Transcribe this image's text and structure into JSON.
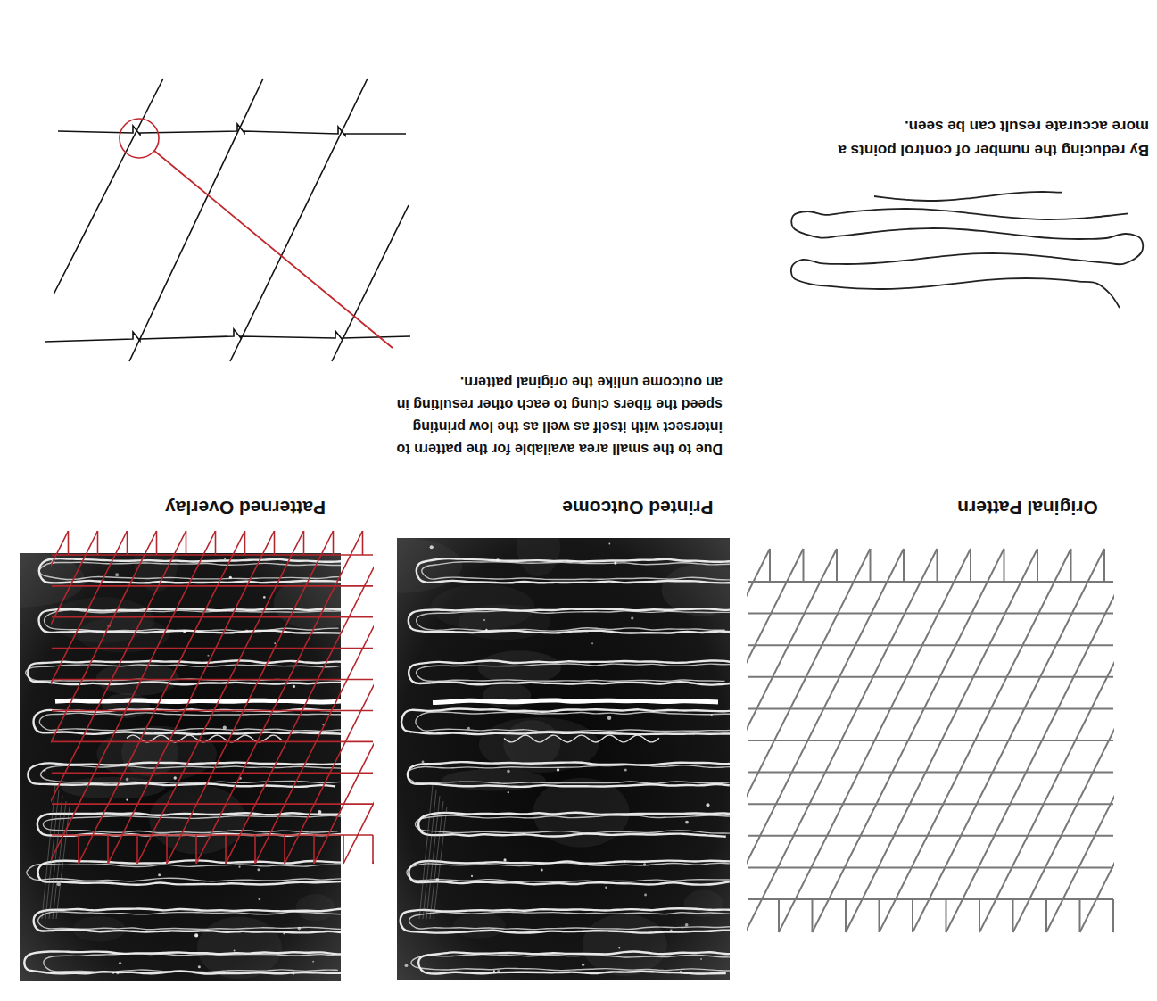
{
  "diagram": {
    "labels": [
      "Original Pattern",
      "Printed Outcome",
      "Patterned Overlay",
      "Due to the small area available for the pattern to intersect with itself as well as the low printing speed the fibers clung to each other resulting in an outcome unlike the original pattern.",
      "By reducing the number of control points a more accurate result can be seen."
    ]
  }
}
